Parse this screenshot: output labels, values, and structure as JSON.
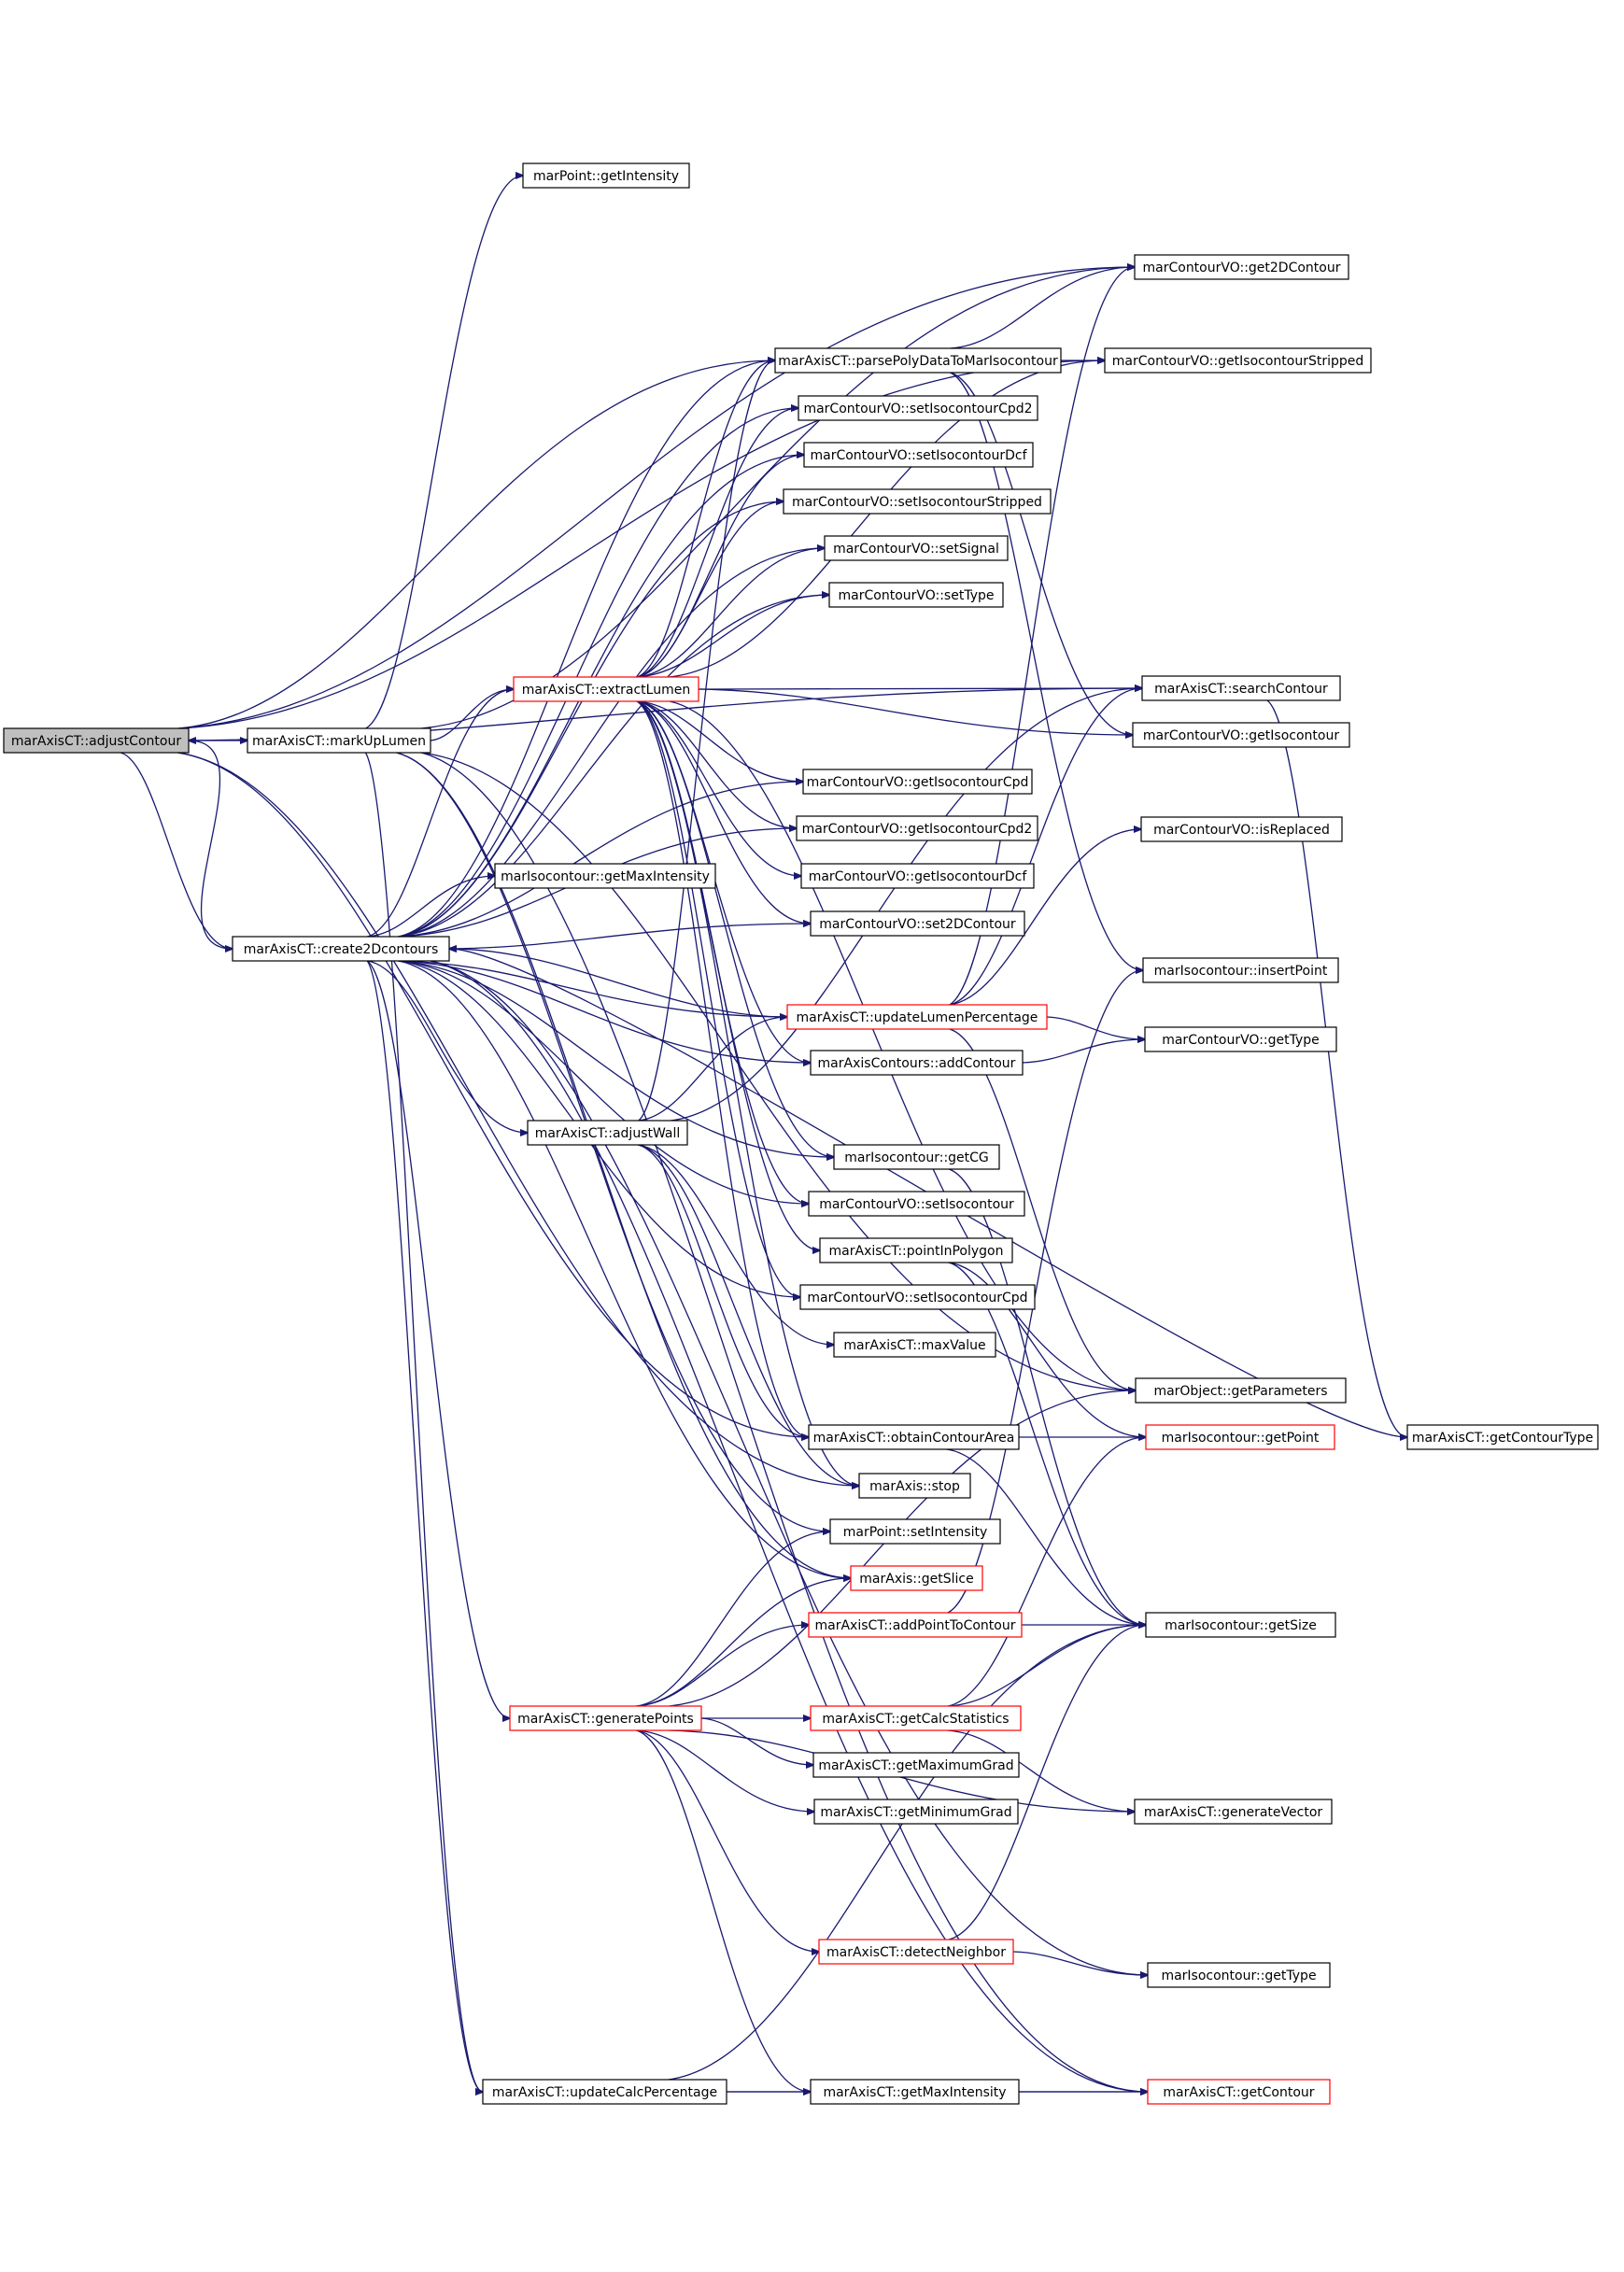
{
  "colors": {
    "edge": "#191970",
    "root_fill": "#bfbfbf",
    "highlight_border": "#ff0000",
    "normal_border": "#000000"
  },
  "nodes": [
    {
      "id": "adjustContour",
      "label": "marAxisCT::adjustContour",
      "style": "root"
    },
    {
      "id": "markUpLumen",
      "label": "marAxisCT::markUpLumen",
      "style": "normal"
    },
    {
      "id": "create2Dcontours",
      "label": "marAxisCT::create2Dcontours",
      "style": "normal"
    },
    {
      "id": "getIntensity",
      "label": "marPoint::getIntensity",
      "style": "normal"
    },
    {
      "id": "get2DContour",
      "label": "marContourVO::get2DContour",
      "style": "normal"
    },
    {
      "id": "parsePolyData",
      "label": "marAxisCT::parsePolyDataToMarIsocontour",
      "style": "normal"
    },
    {
      "id": "getIsocontourStripped",
      "label": "marContourVO::getIsocontourStripped",
      "style": "normal"
    },
    {
      "id": "setIsocontourCpd2",
      "label": "marContourVO::setIsocontourCpd2",
      "style": "normal"
    },
    {
      "id": "setIsocontourDcf",
      "label": "marContourVO::setIsocontourDcf",
      "style": "normal"
    },
    {
      "id": "setIsocontourStripped",
      "label": "marContourVO::setIsocontourStripped",
      "style": "normal"
    },
    {
      "id": "setSignal",
      "label": "marContourVO::setSignal",
      "style": "normal"
    },
    {
      "id": "setType",
      "label": "marContourVO::setType",
      "style": "normal"
    },
    {
      "id": "extractLumen",
      "label": "marAxisCT::extractLumen",
      "style": "red"
    },
    {
      "id": "searchContour",
      "label": "marAxisCT::searchContour",
      "style": "normal"
    },
    {
      "id": "getIsocontour",
      "label": "marContourVO::getIsocontour",
      "style": "normal"
    },
    {
      "id": "getIsocontourCpd",
      "label": "marContourVO::getIsocontourCpd",
      "style": "normal"
    },
    {
      "id": "getIsocontourCpd2",
      "label": "marContourVO::getIsocontourCpd2",
      "style": "normal"
    },
    {
      "id": "isReplaced",
      "label": "marContourVO::isReplaced",
      "style": "normal"
    },
    {
      "id": "getMaxIntensityIso",
      "label": "marIsocontour::getMaxIntensity",
      "style": "normal"
    },
    {
      "id": "getIsocontourDcf",
      "label": "marContourVO::getIsocontourDcf",
      "style": "normal"
    },
    {
      "id": "set2DContour",
      "label": "marContourVO::set2DContour",
      "style": "normal"
    },
    {
      "id": "insertPoint",
      "label": "marIsocontour::insertPoint",
      "style": "normal"
    },
    {
      "id": "updateLumenPercentage",
      "label": "marAxisCT::updateLumenPercentage",
      "style": "red"
    },
    {
      "id": "getTypeVO",
      "label": "marContourVO::getType",
      "style": "normal"
    },
    {
      "id": "addContour",
      "label": "marAxisContours::addContour",
      "style": "normal"
    },
    {
      "id": "adjustWall",
      "label": "marAxisCT::adjustWall",
      "style": "normal"
    },
    {
      "id": "getCG",
      "label": "marIsocontour::getCG",
      "style": "normal"
    },
    {
      "id": "setIsocontour",
      "label": "marContourVO::setIsocontour",
      "style": "normal"
    },
    {
      "id": "pointInPolygon",
      "label": "marAxisCT::pointInPolygon",
      "style": "normal"
    },
    {
      "id": "setIsocontourCpd",
      "label": "marContourVO::setIsocontourCpd",
      "style": "normal"
    },
    {
      "id": "maxValue",
      "label": "marAxisCT::maxValue",
      "style": "normal"
    },
    {
      "id": "getParameters",
      "label": "marObject::getParameters",
      "style": "normal"
    },
    {
      "id": "obtainContourArea",
      "label": "marAxisCT::obtainContourArea",
      "style": "normal"
    },
    {
      "id": "getPoint",
      "label": "marIsocontour::getPoint",
      "style": "red"
    },
    {
      "id": "getContourType",
      "label": "marAxisCT::getContourType",
      "style": "normal"
    },
    {
      "id": "stop",
      "label": "marAxis::stop",
      "style": "normal"
    },
    {
      "id": "setIntensity",
      "label": "marPoint::setIntensity",
      "style": "normal"
    },
    {
      "id": "getSlice",
      "label": "marAxis::getSlice",
      "style": "red"
    },
    {
      "id": "addPointToContour",
      "label": "marAxisCT::addPointToContour",
      "style": "red"
    },
    {
      "id": "getSize",
      "label": "marIsocontour::getSize",
      "style": "normal"
    },
    {
      "id": "generatePoints",
      "label": "marAxisCT::generatePoints",
      "style": "red"
    },
    {
      "id": "getCalcStatistics",
      "label": "marAxisCT::getCalcStatistics",
      "style": "red"
    },
    {
      "id": "getMaximumGrad",
      "label": "marAxisCT::getMaximumGrad",
      "style": "normal"
    },
    {
      "id": "getMinimumGrad",
      "label": "marAxisCT::getMinimumGrad",
      "style": "normal"
    },
    {
      "id": "generateVector",
      "label": "marAxisCT::generateVector",
      "style": "normal"
    },
    {
      "id": "detectNeighbor",
      "label": "marAxisCT::detectNeighbor",
      "style": "red"
    },
    {
      "id": "getTypeIso",
      "label": "marIsocontour::getType",
      "style": "normal"
    },
    {
      "id": "updateCalcPercentage",
      "label": "marAxisCT::updateCalcPercentage",
      "style": "normal"
    },
    {
      "id": "getMaxIntensityCT",
      "label": "marAxisCT::getMaxIntensity",
      "style": "normal"
    },
    {
      "id": "getContour",
      "label": "marAxisCT::getContour",
      "style": "red"
    }
  ],
  "edges": [
    [
      "adjustContour",
      "markUpLumen"
    ],
    [
      "adjustContour",
      "create2Dcontours"
    ],
    [
      "adjustContour",
      "get2DContour"
    ],
    [
      "adjustContour",
      "parsePolyData"
    ],
    [
      "adjustContour",
      "searchContour"
    ],
    [
      "adjustContour",
      "getIsocontourStripped"
    ],
    [
      "adjustContour",
      "obtainContourArea"
    ],
    [
      "adjustContour",
      "stop"
    ],
    [
      "markUpLumen",
      "getIntensity"
    ],
    [
      "markUpLumen",
      "get2DContour"
    ],
    [
      "markUpLumen",
      "extractLumen"
    ],
    [
      "markUpLumen",
      "getParameters"
    ],
    [
      "markUpLumen",
      "setIntensity"
    ],
    [
      "markUpLumen",
      "getSlice"
    ],
    [
      "markUpLumen",
      "getContour"
    ],
    [
      "markUpLumen",
      "updateCalcPercentage"
    ],
    [
      "create2Dcontours",
      "adjustContour"
    ],
    [
      "create2Dcontours",
      "parsePolyData"
    ],
    [
      "create2Dcontours",
      "setIsocontourCpd2"
    ],
    [
      "create2Dcontours",
      "setIsocontourDcf"
    ],
    [
      "create2Dcontours",
      "setIsocontourStripped"
    ],
    [
      "create2Dcontours",
      "setSignal"
    ],
    [
      "create2Dcontours",
      "setType"
    ],
    [
      "create2Dcontours",
      "extractLumen"
    ],
    [
      "create2Dcontours",
      "getIsocontourCpd"
    ],
    [
      "create2Dcontours",
      "getIsocontourCpd2"
    ],
    [
      "create2Dcontours",
      "getMaxIntensityIso"
    ],
    [
      "create2Dcontours",
      "set2DContour"
    ],
    [
      "create2Dcontours",
      "updateLumenPercentage"
    ],
    [
      "create2Dcontours",
      "addContour"
    ],
    [
      "create2Dcontours",
      "adjustWall"
    ],
    [
      "create2Dcontours",
      "getCG"
    ],
    [
      "create2Dcontours",
      "setIsocontour"
    ],
    [
      "create2Dcontours",
      "setIsocontourCpd"
    ],
    [
      "create2Dcontours",
      "generatePoints"
    ],
    [
      "create2Dcontours",
      "getSlice"
    ],
    [
      "create2Dcontours",
      "getTypeIso"
    ],
    [
      "create2Dcontours",
      "getContour"
    ],
    [
      "create2Dcontours",
      "updateCalcPercentage"
    ],
    [
      "extractLumen",
      "parsePolyData"
    ],
    [
      "extractLumen",
      "setIsocontourCpd2"
    ],
    [
      "extractLumen",
      "setIsocontourDcf"
    ],
    [
      "extractLumen",
      "setIsocontourStripped"
    ],
    [
      "extractLumen",
      "setSignal"
    ],
    [
      "extractLumen",
      "setType"
    ],
    [
      "extractLumen",
      "getIsocontourStripped"
    ],
    [
      "extractLumen",
      "searchContour"
    ],
    [
      "extractLumen",
      "getIsocontour"
    ],
    [
      "extractLumen",
      "getIsocontourCpd"
    ],
    [
      "extractLumen",
      "getIsocontourCpd2"
    ],
    [
      "extractLumen",
      "getIsocontourDcf"
    ],
    [
      "extractLumen",
      "set2DContour"
    ],
    [
      "extractLumen",
      "addContour"
    ],
    [
      "extractLumen",
      "getCG"
    ],
    [
      "extractLumen",
      "setIsocontour"
    ],
    [
      "extractLumen",
      "pointInPolygon"
    ],
    [
      "extractLumen",
      "setIsocontourCpd"
    ],
    [
      "extractLumen",
      "getParameters"
    ],
    [
      "extractLumen",
      "obtainContourArea"
    ],
    [
      "extractLumen",
      "stop"
    ],
    [
      "parsePolyData",
      "get2DContour"
    ],
    [
      "parsePolyData",
      "getIsocontourStripped"
    ],
    [
      "parsePolyData",
      "getIsocontour"
    ],
    [
      "parsePolyData",
      "insertPoint"
    ],
    [
      "updateLumenPercentage",
      "create2Dcontours"
    ],
    [
      "updateLumenPercentage",
      "get2DContour"
    ],
    [
      "updateLumenPercentage",
      "searchContour"
    ],
    [
      "updateLumenPercentage",
      "isReplaced"
    ],
    [
      "updateLumenPercentage",
      "getTypeVO"
    ],
    [
      "updateLumenPercentage",
      "getParameters"
    ],
    [
      "addContour",
      "getTypeVO"
    ],
    [
      "adjustWall",
      "parsePolyData"
    ],
    [
      "adjustWall",
      "updateLumenPercentage"
    ],
    [
      "adjustWall",
      "searchContour"
    ],
    [
      "adjustWall",
      "maxValue"
    ],
    [
      "adjustWall",
      "obtainContourArea"
    ],
    [
      "adjustWall",
      "stop"
    ],
    [
      "getCG",
      "getSize"
    ],
    [
      "pointInPolygon",
      "getPoint"
    ],
    [
      "pointInPolygon",
      "getSize"
    ],
    [
      "obtainContourArea",
      "getPoint"
    ],
    [
      "obtainContourArea",
      "getSize"
    ],
    [
      "searchContour",
      "getContourType"
    ],
    [
      "generatePoints",
      "setIntensity"
    ],
    [
      "generatePoints",
      "getSlice"
    ],
    [
      "generatePoints",
      "addPointToContour"
    ],
    [
      "generatePoints",
      "getCalcStatistics"
    ],
    [
      "generatePoints",
      "getMaximumGrad"
    ],
    [
      "generatePoints",
      "getMinimumGrad"
    ],
    [
      "generatePoints",
      "generateVector"
    ],
    [
      "generatePoints",
      "detectNeighbor"
    ],
    [
      "generatePoints",
      "getMaxIntensityCT"
    ],
    [
      "generatePoints",
      "getParameters"
    ],
    [
      "addPointToContour",
      "getSize"
    ],
    [
      "addPointToContour",
      "insertPoint"
    ],
    [
      "getCalcStatistics",
      "getSize"
    ],
    [
      "getCalcStatistics",
      "getPoint"
    ],
    [
      "getCalcStatistics",
      "generateVector"
    ],
    [
      "detectNeighbor",
      "getSize"
    ],
    [
      "detectNeighbor",
      "getTypeIso"
    ],
    [
      "updateCalcPercentage",
      "getMaxIntensityCT"
    ],
    [
      "updateCalcPercentage",
      "getContour"
    ],
    [
      "updateCalcPercentage",
      "getSize"
    ],
    [
      "getMaxIntensityCT",
      "getContour"
    ],
    [
      "getContourType",
      "create2Dcontours"
    ]
  ]
}
